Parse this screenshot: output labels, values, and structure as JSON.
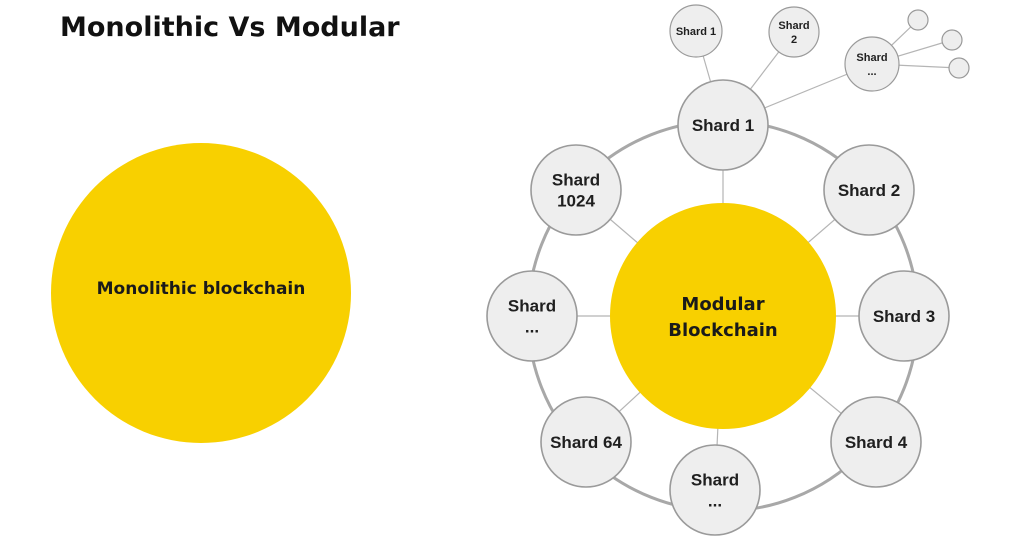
{
  "title": "Monolithic Vs Modular",
  "monolithic": {
    "label": "Monolithic blockchain",
    "color": "#F8D000"
  },
  "modular": {
    "hub_lines": [
      "Modular",
      "Blockchain"
    ],
    "hub_color": "#F8D000",
    "shard_fill": "#EEEEEE",
    "shard_stroke": "#9A9A9A",
    "ring_shards": [
      [
        "Shard 1"
      ],
      [
        "Shard 2"
      ],
      [
        "Shard 3"
      ],
      [
        "Shard 4"
      ],
      [
        "Shard",
        "..."
      ],
      [
        "Shard 64"
      ],
      [
        "Shard",
        "..."
      ],
      [
        "Shard",
        "1024"
      ]
    ],
    "sub_shards": [
      [
        "Shard 1"
      ],
      [
        "Shard",
        "2"
      ],
      [
        "Shard",
        "..."
      ]
    ]
  }
}
